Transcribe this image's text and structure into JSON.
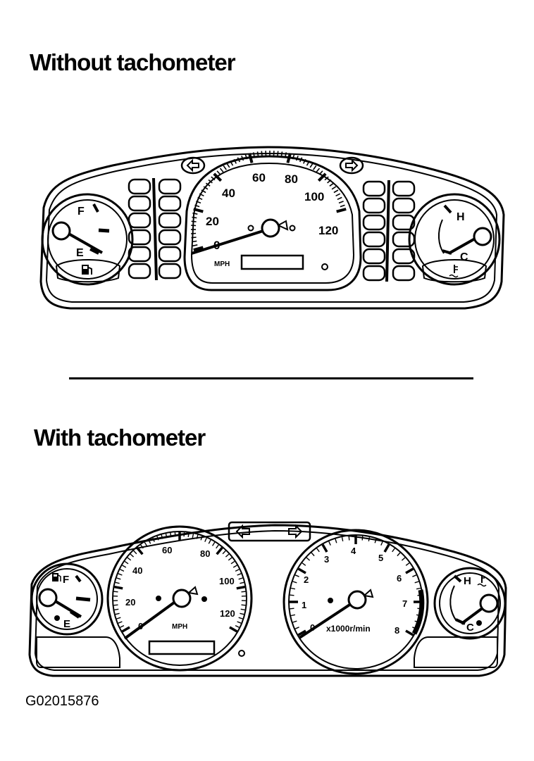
{
  "headings": {
    "without": "Without tachometer",
    "with": "With tachometer"
  },
  "figure_code": "G02015876",
  "cluster_top": {
    "fuel_gauge": {
      "full": "F",
      "empty": "E",
      "icon": "fuel-pump-icon"
    },
    "temp_gauge": {
      "hot": "H",
      "cold": "C",
      "icon": "coolant-temperature-icon"
    },
    "speedometer": {
      "unit": "MPH",
      "labels": [
        "0",
        "20",
        "40",
        "60",
        "80",
        "100",
        "120"
      ]
    },
    "turn_signals": [
      "left-turn-arrow-icon",
      "right-turn-arrow-icon"
    ]
  },
  "cluster_bottom": {
    "fuel_gauge": {
      "full": "F",
      "empty": "E",
      "icon": "fuel-pump-icon"
    },
    "temp_gauge": {
      "hot": "H",
      "cold": "C",
      "icon": "coolant-temperature-icon"
    },
    "speedometer": {
      "unit": "MPH",
      "labels": [
        "0",
        "20",
        "40",
        "60",
        "80",
        "100",
        "120"
      ]
    },
    "tachometer": {
      "unit": "x1000r/min",
      "labels": [
        "0",
        "1",
        "2",
        "3",
        "4",
        "5",
        "6",
        "7",
        "8"
      ]
    },
    "turn_signals": [
      "left-turn-arrow-icon",
      "right-turn-arrow-icon"
    ]
  }
}
